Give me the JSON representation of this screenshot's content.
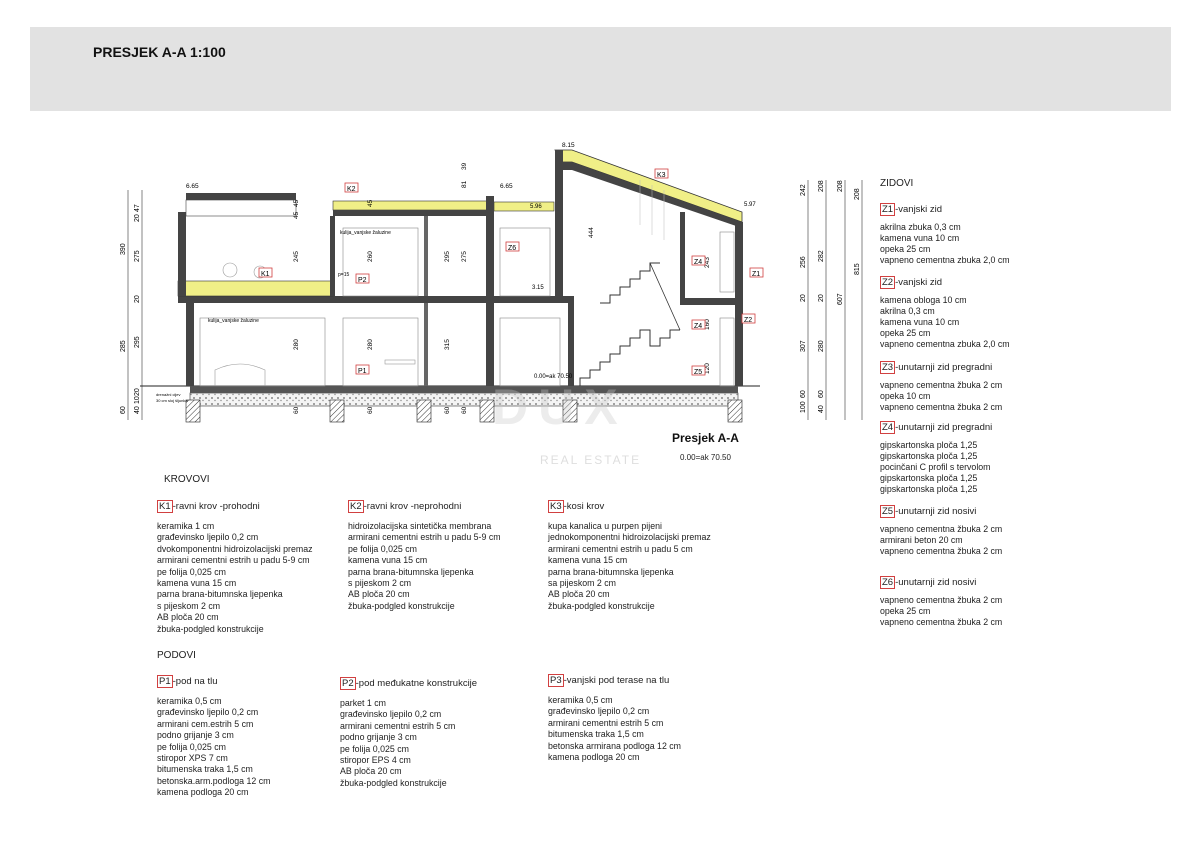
{
  "header": {
    "title": "PRESJEK A-A 1:100"
  },
  "section": {
    "title": "Presjek A-A",
    "level_note": "0.00=ak 70.50",
    "watermark": "DUX",
    "watermark_sub": "REAL ESTATE",
    "tags": {
      "k1": "K1",
      "k2": "K2",
      "k3": "K3",
      "p1": "P1",
      "p2": "P2",
      "z1": "Z1",
      "z2": "Z2",
      "z4a": "Z4",
      "z4b": "Z4",
      "z5": "Z5",
      "z6": "Z6"
    },
    "levels": {
      "l665a": "6.65",
      "l665b": "6.65",
      "l815": "8.15",
      "l596": "5.96",
      "l597": "5.97",
      "l315": "3.15",
      "l000": "0.00=ak 70.50"
    },
    "notes": {
      "n1": "kulija_vanjske žaluzine",
      "n2": "kulija_vanjske žaluzine",
      "n3": "p=15",
      "n4": "drenažni cijev",
      "n5": "30 cm sloj šljunka"
    },
    "dims": {
      "ld1": "390",
      "ld2": "20",
      "ld3": "275",
      "ld4": "20",
      "ld5": "285",
      "ld6": "295",
      "ld7": "10",
      "ld8": "40",
      "ld9": "60",
      "ld10": "47",
      "ld11": "20",
      "m1": "45",
      "m2": "45",
      "m3": "245",
      "m4": "280",
      "m5": "60",
      "m6": "45",
      "m7": "260",
      "m8": "280",
      "m9": "60",
      "m10": "295",
      "m11": "315",
      "m12": "60",
      "m13": "39",
      "m14": "81",
      "m15": "275",
      "m16": "60",
      "m17": "444",
      "m18": "243",
      "m19": "160",
      "m20": "120",
      "r1": "242",
      "r2": "208",
      "r3": "256",
      "r4": "20",
      "r5": "307",
      "r6": "60",
      "r7": "100",
      "r8": "208",
      "r9": "282",
      "r10": "20",
      "r11": "280",
      "r12": "60",
      "r13": "40",
      "r14": "208",
      "r15": "607",
      "r16": "815"
    }
  },
  "krovovi": {
    "heading": "KROVOVI",
    "k1": {
      "code": "K1",
      "name": "-ravni krov -prohodni",
      "lines": [
        "keramika 1 cm",
        "građevinsko ljepilo 0,2 cm",
        "dvokomponentni hidroizolacijski premaz",
        "armirani cementni estrih u padu 5-9 cm",
        "pe folija 0,025 cm",
        "kamena vuna 15 cm",
        "parna brana-bitumnska ljepenka",
        "s pijeskom 2 cm",
        "AB ploča 20 cm",
        "žbuka-podgled konstrukcije"
      ]
    },
    "k2": {
      "code": "K2",
      "name": "-ravni krov -neprohodni",
      "lines": [
        "hidroizolacijska sintetička membrana",
        "armirani cementni estrih u padu 5-9 cm",
        "pe folija 0,025 cm",
        "kamena vuna 15 cm",
        "parna brana-bitumnska ljepenka",
        "s pijeskom 2 cm",
        "AB ploča 20 cm",
        "žbuka-podgled konstrukcije"
      ]
    },
    "k3": {
      "code": "K3",
      "name": "-kosi krov",
      "lines": [
        "kupa kanalica u purpen pijeni",
        "jednokomponentni hidroizolacijski premaz",
        "armirani cementni estrih u padu 5 cm",
        "kamena vuna 15 cm",
        "parna brana-bitumnska ljepenka",
        "sa pijeskom 2 cm",
        "AB ploča 20 cm",
        "žbuka-podgled konstrukcije"
      ]
    }
  },
  "podovi": {
    "heading": "PODOVI",
    "p1": {
      "code": "P1",
      "name": "-pod na tlu",
      "lines": [
        "keramika 0,5 cm",
        "građevinsko ljepilo 0,2 cm",
        "armirani cem.estrih 5 cm",
        "podno grijanje 3 cm",
        "pe folija 0,025 cm",
        "stiropor XPS 7 cm",
        "bitumenska traka 1,5 cm",
        "betonska.arm.podloga 12 cm",
        "kamena podloga 20 cm"
      ]
    },
    "p2": {
      "code": "P2",
      "name": "-pod međukatne konstrukcije",
      "lines": [
        "parket  1 cm",
        "građevinsko ljepilo 0,2 cm",
        "armirani cementni estrih 5 cm",
        "podno grijanje 3 cm",
        "pe folija 0,025 cm",
        "stiropor EPS 4 cm",
        "AB ploča 20 cm",
        "žbuka-podgled konstrukcije"
      ]
    },
    "p3": {
      "code": "P3",
      "name": "-vanjski pod terase na tlu",
      "lines": [
        "keramika 0,5 cm",
        "građevinsko ljepilo 0,2 cm",
        "armirani cementni estrih 5 cm",
        "bitumenska traka 1,5 cm",
        "betonska armirana podloga 12 cm",
        "kamena podloga 20 cm"
      ]
    }
  },
  "zidovi": {
    "heading": "ZIDOVI",
    "z1": {
      "code": "Z1",
      "name": "-vanjski zid",
      "lines": [
        "akrilna zbuka 0,3 cm",
        "kamena vuna 10 cm",
        "opeka 25 cm",
        "vapneno cementna zbuka 2,0 cm"
      ]
    },
    "z2": {
      "code": "Z2",
      "name": "-vanjski zid",
      "lines": [
        "kamena obloga 10 cm",
        "akrilna 0,3 cm",
        "kamena vuna 10 cm",
        "opeka 25 cm",
        "vapneno cementna zbuka 2,0 cm"
      ]
    },
    "z3": {
      "code": "Z3",
      "name": "-unutarnji zid pregradni",
      "lines": [
        "vapneno cementna žbuka 2 cm",
        "opeka 10 cm",
        "vapneno cementna žbuka 2 cm"
      ]
    },
    "z4": {
      "code": "Z4",
      "name": "-unutarnji zid pregradni",
      "lines": [
        "gipskartonska ploča 1,25",
        "gipskartonska ploča 1,25",
        "pocinčani C profil s tervolom",
        "gipskartonska ploča 1,25",
        "gipskartonska ploča 1,25"
      ]
    },
    "z5": {
      "code": "Z5",
      "name": "-unutarnji zid nosivi",
      "lines": [
        "vapneno cementna žbuka 2 cm",
        "armirani beton 20 cm",
        "vapneno cementna žbuka 2 cm"
      ]
    },
    "z6": {
      "code": "Z6",
      "name": "-unutarnji zid nosivi",
      "lines": [
        "vapneno cementna žbuka 2 cm",
        "opeka 25 cm",
        "vapneno cementna žbuka 2 cm"
      ]
    }
  }
}
